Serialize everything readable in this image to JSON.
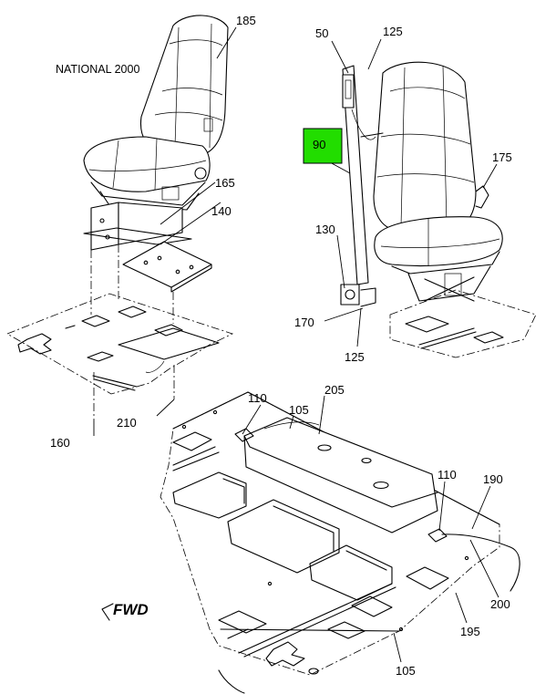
{
  "title_label": "NATIONAL 2000",
  "direction_label": "FWD",
  "highlight_color": "#22dd00",
  "callouts": {
    "c185": "185",
    "c165": "165",
    "c140": "140",
    "c160": "160",
    "c210": "210",
    "c50": "50",
    "c125_top": "125",
    "c90": "90",
    "c175": "175",
    "c130": "130",
    "c170": "170",
    "c125_bottom": "125",
    "c110_left": "110",
    "c105_top": "105",
    "c205": "205",
    "c110_right": "110",
    "c190": "190",
    "c200": "200",
    "c195": "195",
    "c105_bottom": "105"
  }
}
